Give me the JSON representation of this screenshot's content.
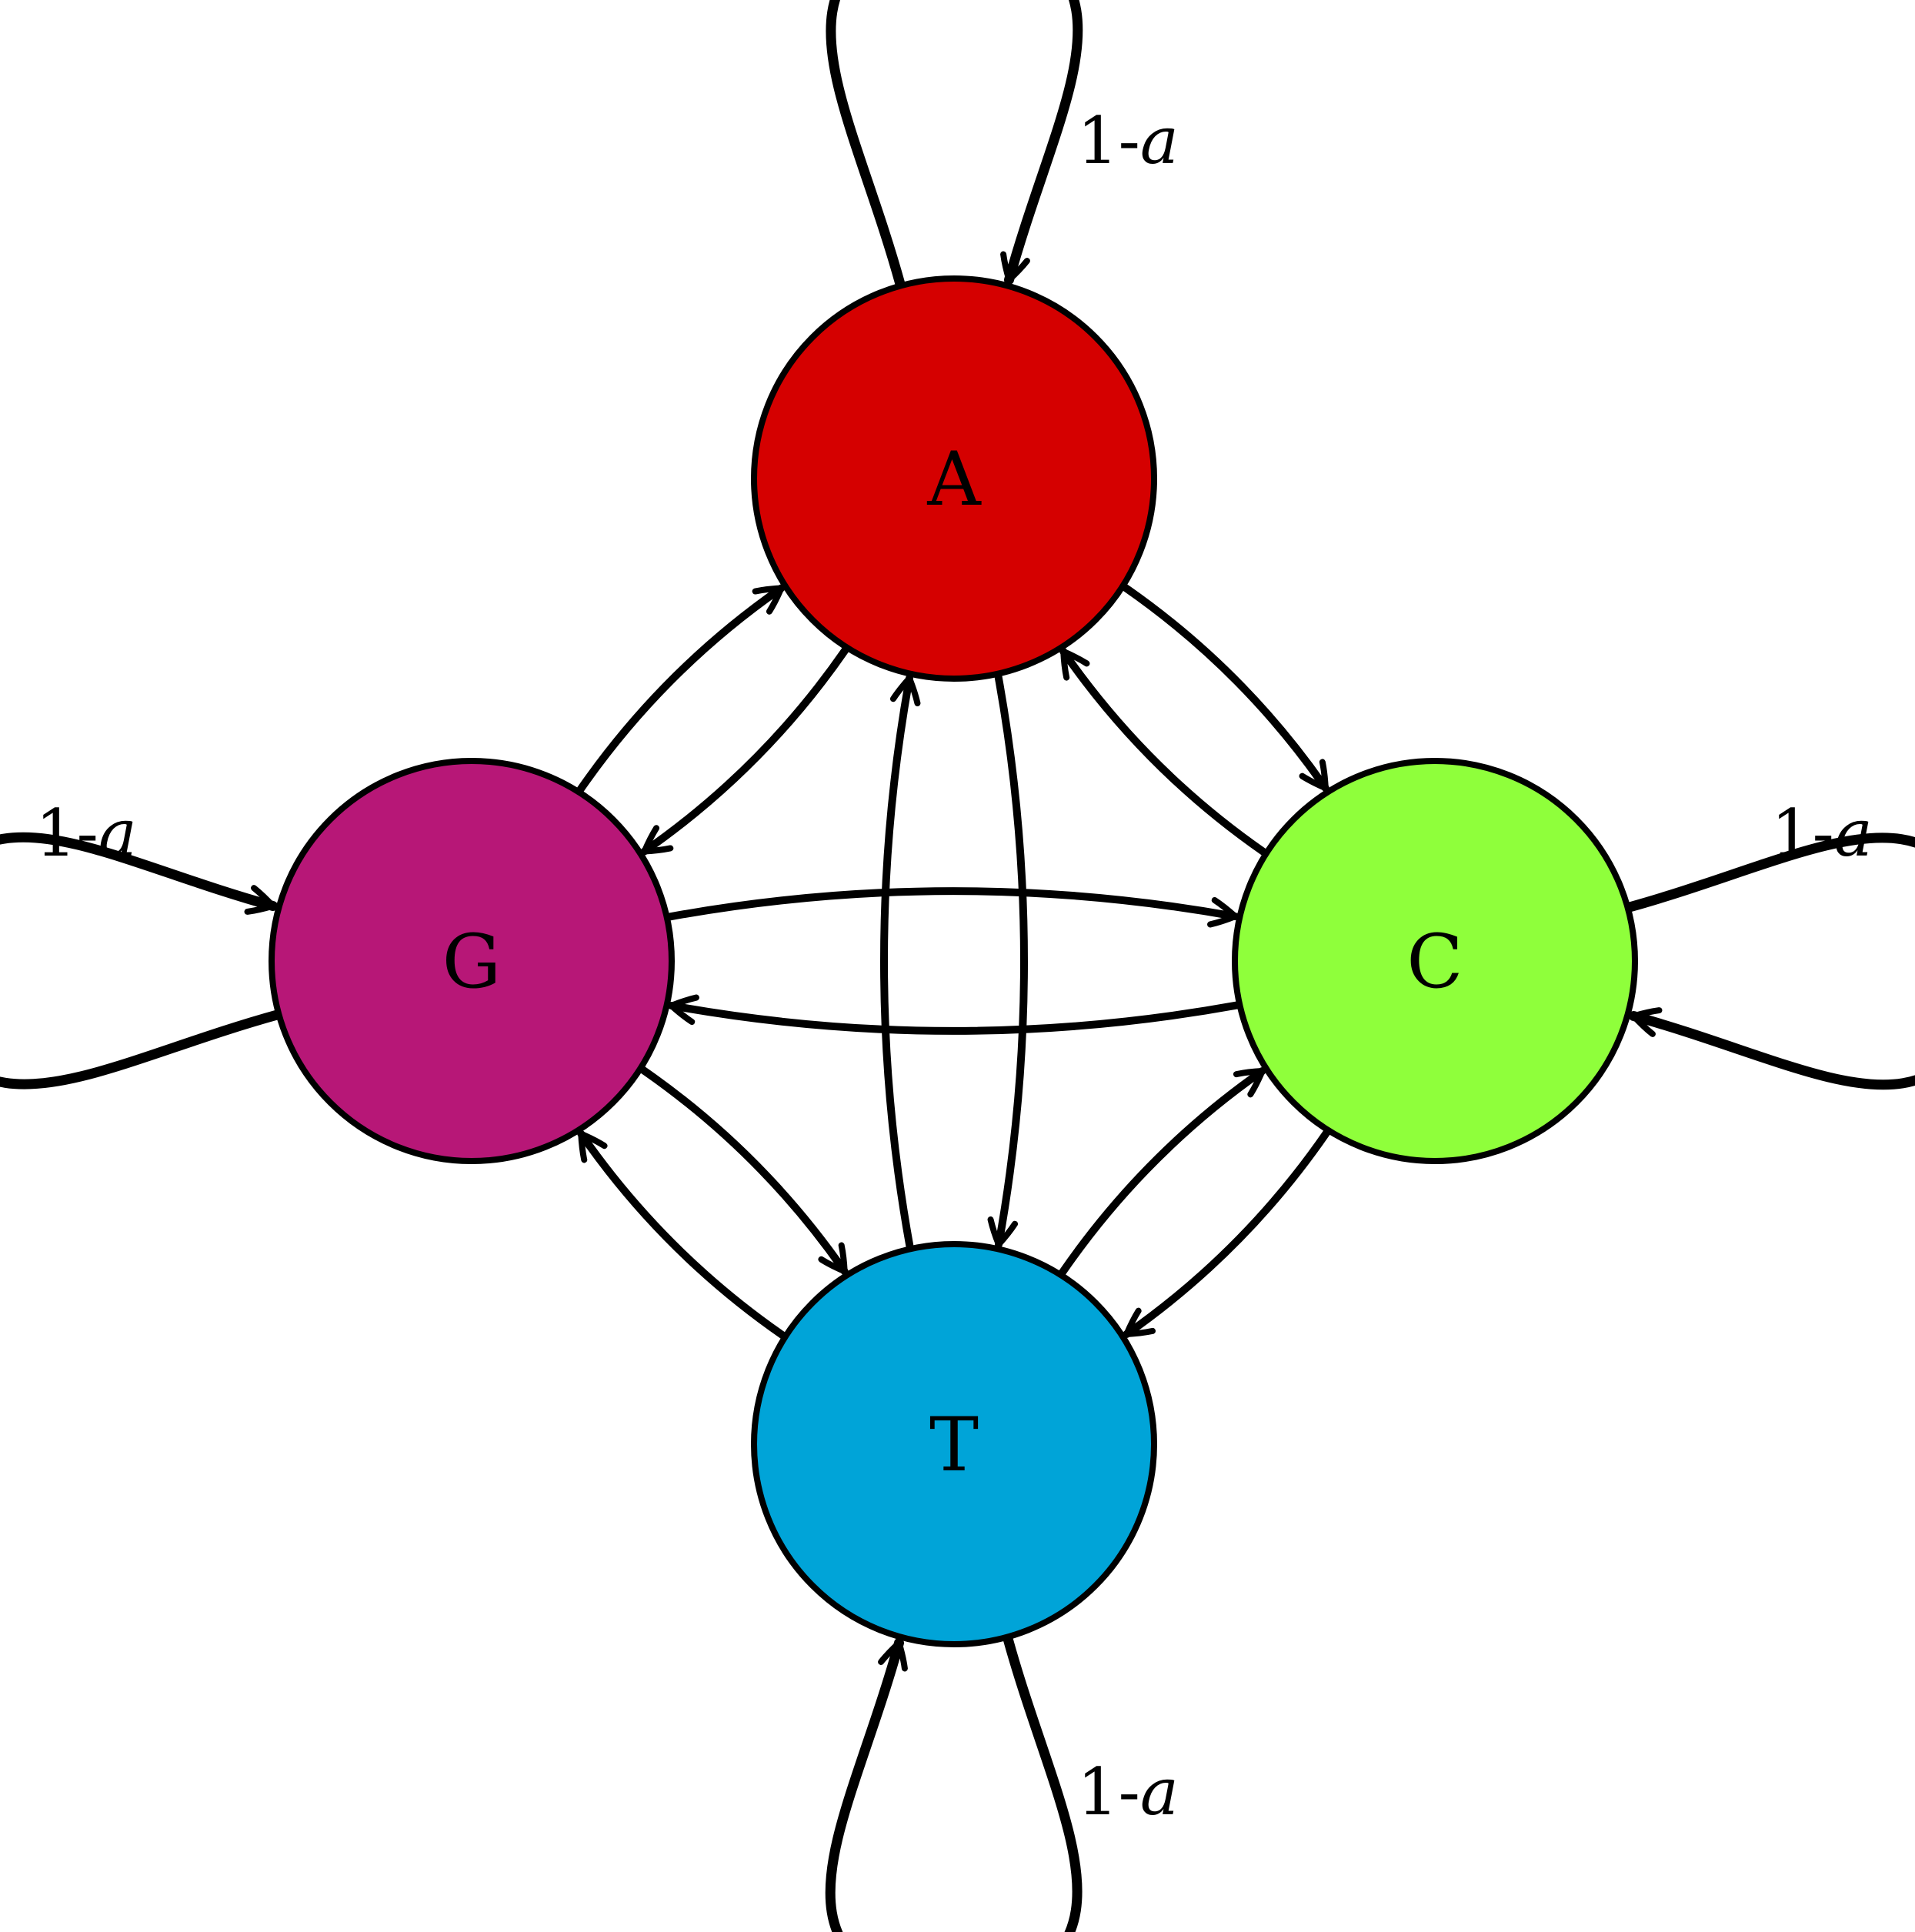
{
  "nodes": [
    {
      "id": "A",
      "label": "A",
      "color": "#d50000"
    },
    {
      "id": "C",
      "label": "C",
      "color": "#8fff3b"
    },
    {
      "id": "G",
      "label": "G",
      "color": "#b71777"
    },
    {
      "id": "T",
      "label": "T",
      "color": "#00a4d8"
    }
  ],
  "edges": [
    {
      "from": "A",
      "to": "C"
    },
    {
      "from": "C",
      "to": "A"
    },
    {
      "from": "A",
      "to": "G"
    },
    {
      "from": "G",
      "to": "A"
    },
    {
      "from": "A",
      "to": "T"
    },
    {
      "from": "T",
      "to": "A"
    },
    {
      "from": "G",
      "to": "C"
    },
    {
      "from": "C",
      "to": "G"
    },
    {
      "from": "G",
      "to": "T"
    },
    {
      "from": "T",
      "to": "G"
    },
    {
      "from": "C",
      "to": "T"
    },
    {
      "from": "T",
      "to": "C"
    }
  ],
  "self_loops": [
    {
      "node": "A",
      "prefix": "1-",
      "var": "a"
    },
    {
      "node": "G",
      "prefix": "1-",
      "var": "a"
    },
    {
      "node": "C",
      "prefix": "1-",
      "var": "a"
    },
    {
      "node": "T",
      "prefix": "1-",
      "var": "a"
    }
  ]
}
